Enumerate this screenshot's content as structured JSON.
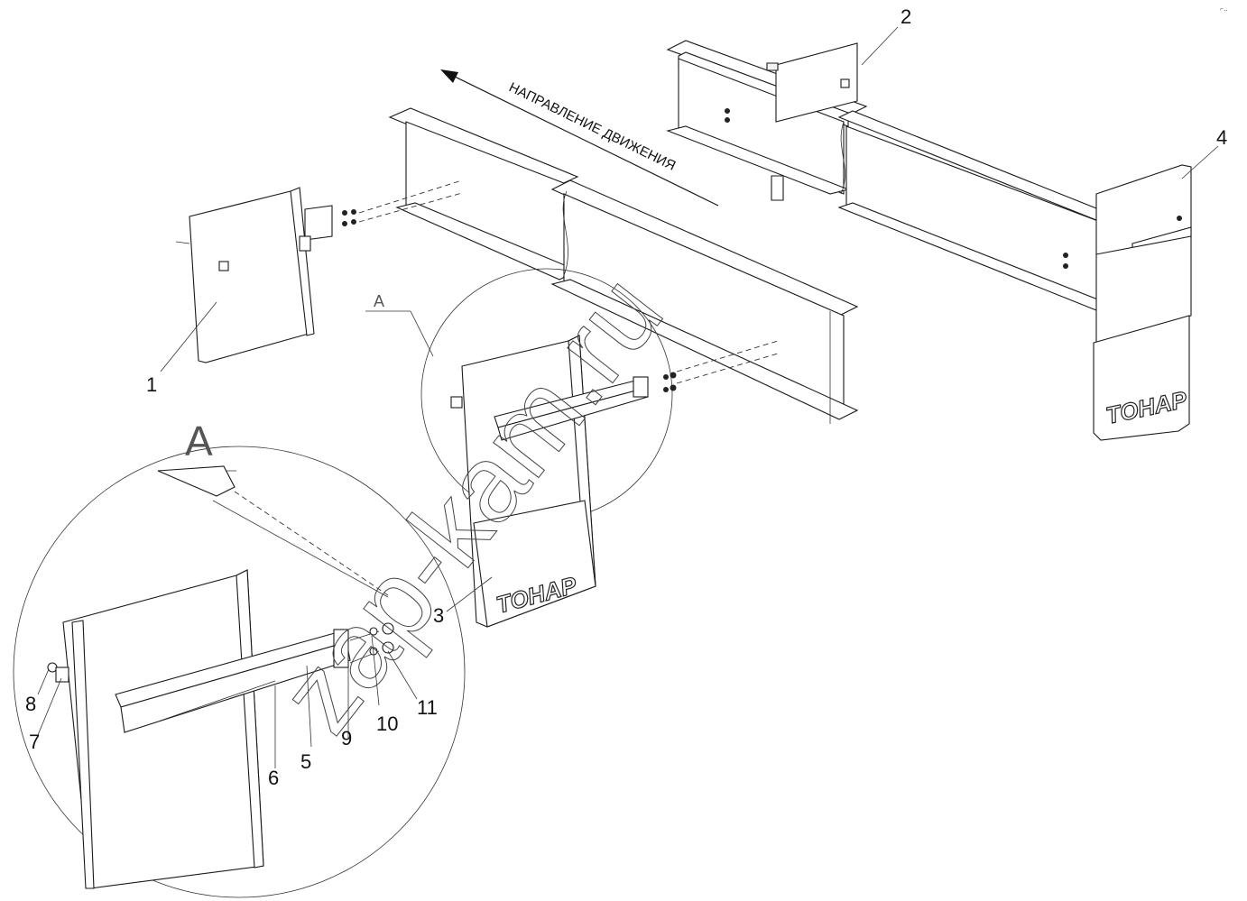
{
  "direction_label": "НАПРАВЛЕНИЕ ДВИЖЕНИЯ",
  "detail_label_large": "А",
  "detail_label_small": "А",
  "brand_text_center": "ТОНАР",
  "brand_text_right": "ТОНАР",
  "watermark": "zap-kam.ru",
  "corner_mark": "⌐‥",
  "callouts": {
    "c1": "1",
    "c2": "2",
    "c3": "3",
    "c4": "4",
    "c5": "5",
    "c6": "6",
    "c7": "7",
    "c8": "8",
    "c9": "9",
    "c10": "10",
    "c11": "11"
  }
}
